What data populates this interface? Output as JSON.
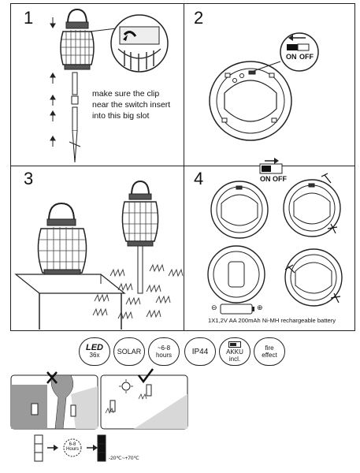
{
  "steps": {
    "s1": "1",
    "s2": "2",
    "s3": "3",
    "s4": "4"
  },
  "instruction": {
    "line1": "make sure the clip",
    "line2": "near the switch insert",
    "line3": "into this big slot"
  },
  "switch": {
    "on": "ON",
    "off": "OFF"
  },
  "battery": {
    "spec": "1X1,2V AA 200mAh Ni-MH  rechargeable battery",
    "minus": "⊖",
    "plus": "⊕"
  },
  "badges": {
    "led": "LED",
    "led_count": "36x",
    "solar": "SOLAR",
    "hours_range": "~6-8",
    "hours_unit": "hours",
    "ip": "IP44",
    "akku": "AKKU",
    "akku_sub": "incl.",
    "fire1": "fire",
    "fire2": "effect"
  },
  "charge": {
    "hours_range": "6-8",
    "hours_unit": "Hours",
    "temperature": "-20℃~+70℃"
  },
  "colors": {
    "line": "#222222",
    "gray": "#9a9a9a",
    "light_gray": "#d8d8d8"
  }
}
